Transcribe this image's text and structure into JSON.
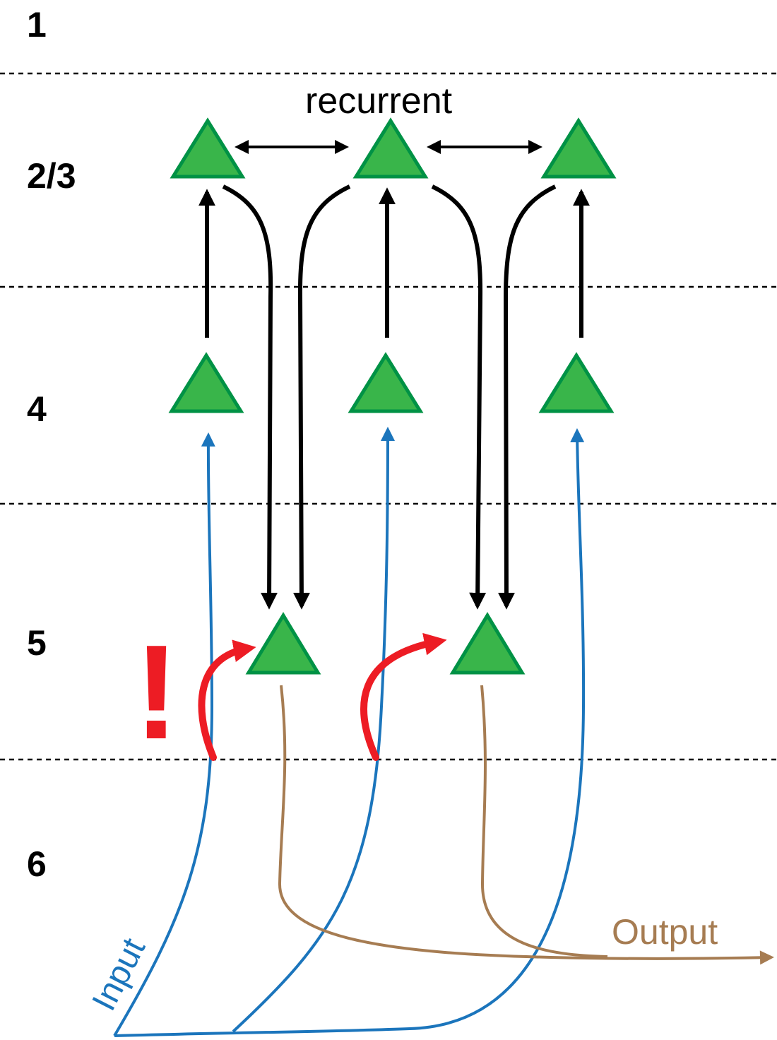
{
  "layers": {
    "l1": "1",
    "l23": "2/3",
    "l4": "4",
    "l5": "5",
    "l6": "6"
  },
  "labels": {
    "recurrent": "recurrent",
    "input": "Input",
    "output": "Output",
    "alert": "!"
  },
  "colors": {
    "neuron_fill": "#39b54a",
    "neuron_stroke": "#009245",
    "input": "#1b75bc",
    "output": "#a67c52",
    "highlight": "#ed1c24",
    "connection": "#000000"
  }
}
